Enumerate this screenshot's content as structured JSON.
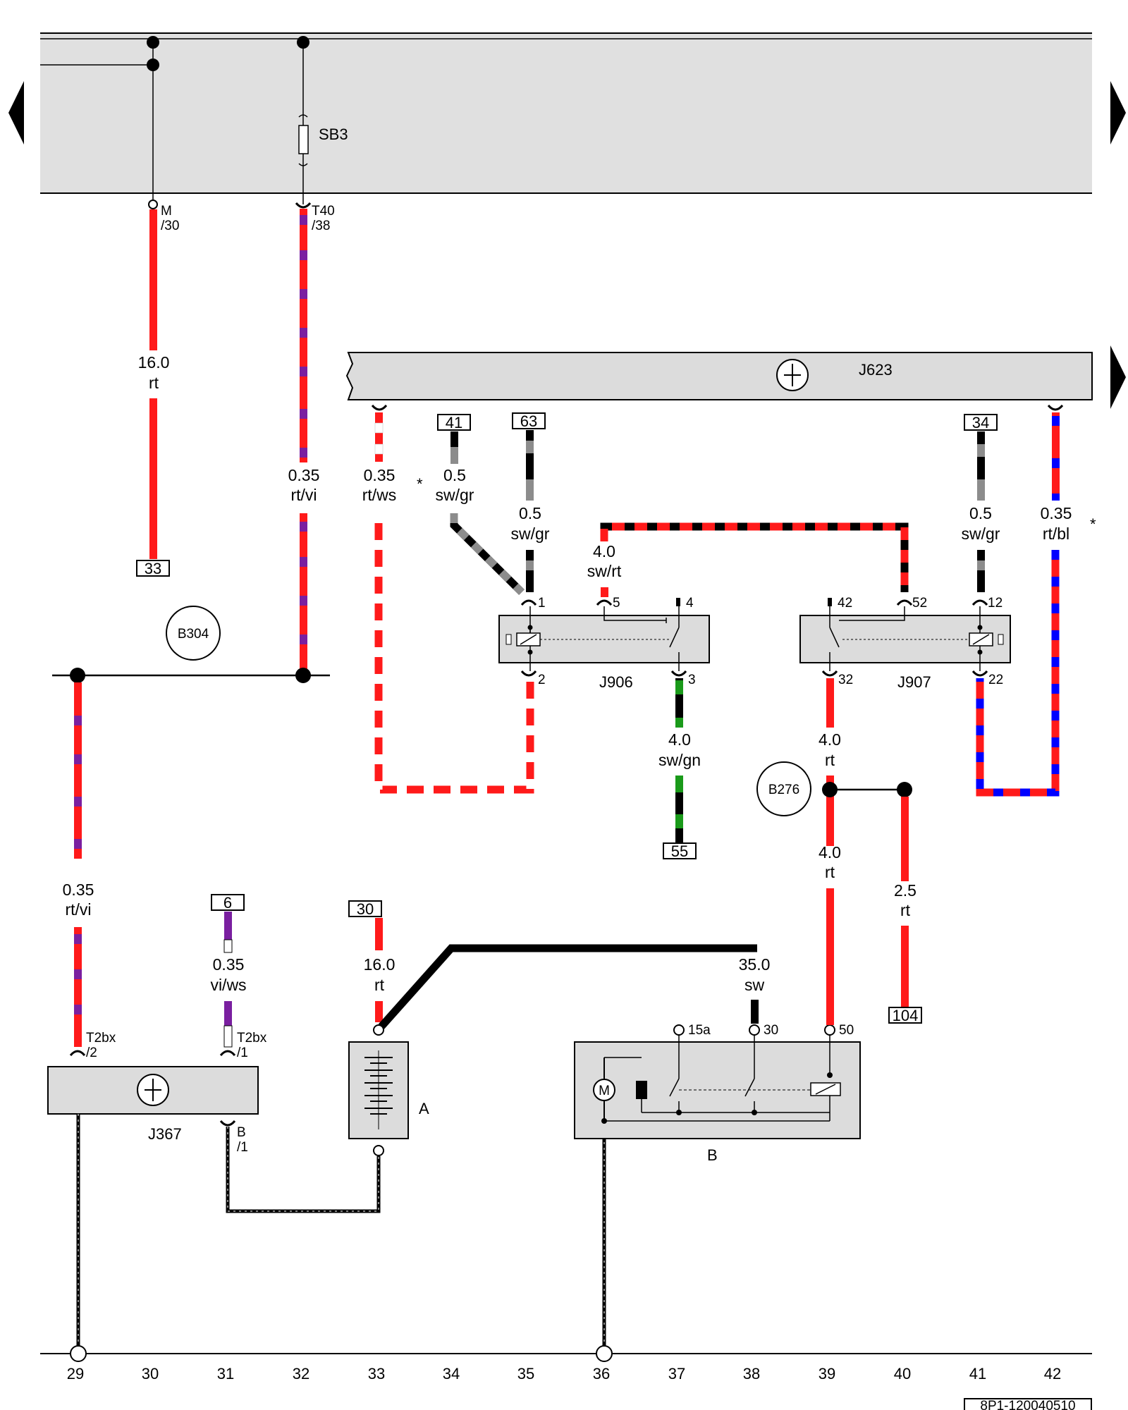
{
  "document_id": "8P1-120040510",
  "column_numbers": [
    "29",
    "30",
    "31",
    "32",
    "33",
    "34",
    "35",
    "36",
    "37",
    "38",
    "39",
    "40",
    "41",
    "42"
  ],
  "components": {
    "SB3": "SB3",
    "J623": "J623",
    "J906": "J906",
    "J907": "J907",
    "J367": "J367",
    "A": "A",
    "B": "B",
    "B304": "B304",
    "B276": "B276"
  },
  "connectors": {
    "m30": "M /30",
    "t40_38": "T40 /38",
    "t2bx_2": "T2bx /2",
    "t2bx_1": "T2bx /1",
    "b1": "B /1"
  },
  "pins": {
    "j906_1": "1",
    "j906_5": "5",
    "j906_4": "4",
    "j906_2": "2",
    "j906_3": "3",
    "j907_42": "42",
    "j907_52": "52",
    "j907_12": "12",
    "j907_32": "32",
    "j907_22": "22",
    "b_15a": "15a",
    "b_30": "30",
    "b_50": "50"
  },
  "refs": {
    "r33": "33",
    "r41": "41",
    "r63": "63",
    "r34": "34",
    "r55": "55",
    "r6": "6",
    "r30": "30",
    "r104": "104"
  },
  "wires": [
    {
      "id": "w1",
      "size": "16.0",
      "color": "rt"
    },
    {
      "id": "w2",
      "size": "0.35",
      "color": "rt/vi"
    },
    {
      "id": "w3",
      "size": "0.35",
      "color": "rt/ws"
    },
    {
      "id": "w4",
      "size": "0.5",
      "color": "sw/gr"
    },
    {
      "id": "w5",
      "size": "0.5",
      "color": "sw/gr"
    },
    {
      "id": "w6",
      "size": "4.0",
      "color": "sw/rt"
    },
    {
      "id": "w7",
      "size": "0.5",
      "color": "sw/gr"
    },
    {
      "id": "w8",
      "size": "0.35",
      "color": "rt/bl"
    },
    {
      "id": "w9",
      "size": "4.0",
      "color": "sw/gn"
    },
    {
      "id": "w10",
      "size": "4.0",
      "color": "rt"
    },
    {
      "id": "w11",
      "size": "4.0",
      "color": "rt"
    },
    {
      "id": "w12",
      "size": "2.5",
      "color": "rt"
    },
    {
      "id": "w13",
      "size": "0.35",
      "color": "rt/vi"
    },
    {
      "id": "w14",
      "size": "0.35",
      "color": "vi/ws"
    },
    {
      "id": "w15",
      "size": "16.0",
      "color": "rt"
    },
    {
      "id": "w16",
      "size": "35.0",
      "color": "sw"
    }
  ],
  "notes": {
    "asterisk": "*"
  },
  "colors": {
    "red": "#ff1a1a",
    "black": "#000000",
    "violet": "#7a1fa0",
    "white": "#ffffff",
    "grey": "#8c8c8c",
    "blue": "#0000ff",
    "green": "#1a9a1a",
    "panel": "#e0e0e0",
    "box": "#dcdcdc"
  }
}
